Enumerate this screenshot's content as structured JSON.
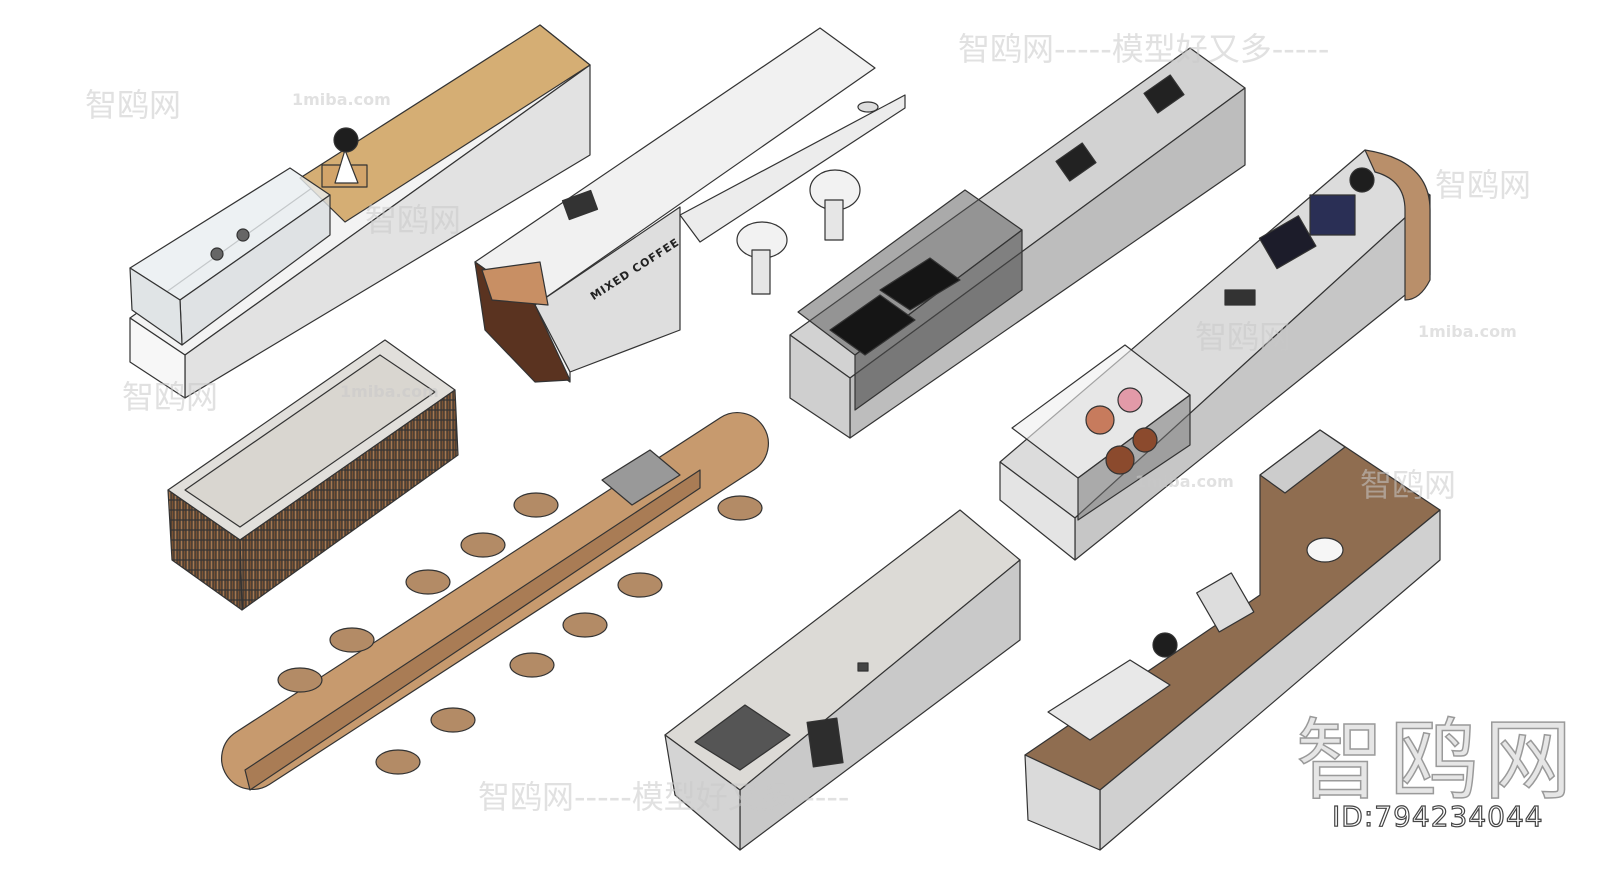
{
  "scene": {
    "counter_brand_text": "MIXED COFFEE",
    "colors": {
      "wood": "#d5ae74",
      "dark_wood": "#8a6242",
      "table_wood": "#c79a6e",
      "concrete": "#c9c9c9",
      "marble": "#dedcd8",
      "white": "#f1f1f1"
    }
  },
  "watermarks": {
    "site_cn_line": "智鸥网-----模型好又多-----",
    "site_cn": "智鸥网",
    "site_domain": "1miba.com",
    "logo_big": "智鸥网",
    "model_id": "ID:794234044"
  }
}
